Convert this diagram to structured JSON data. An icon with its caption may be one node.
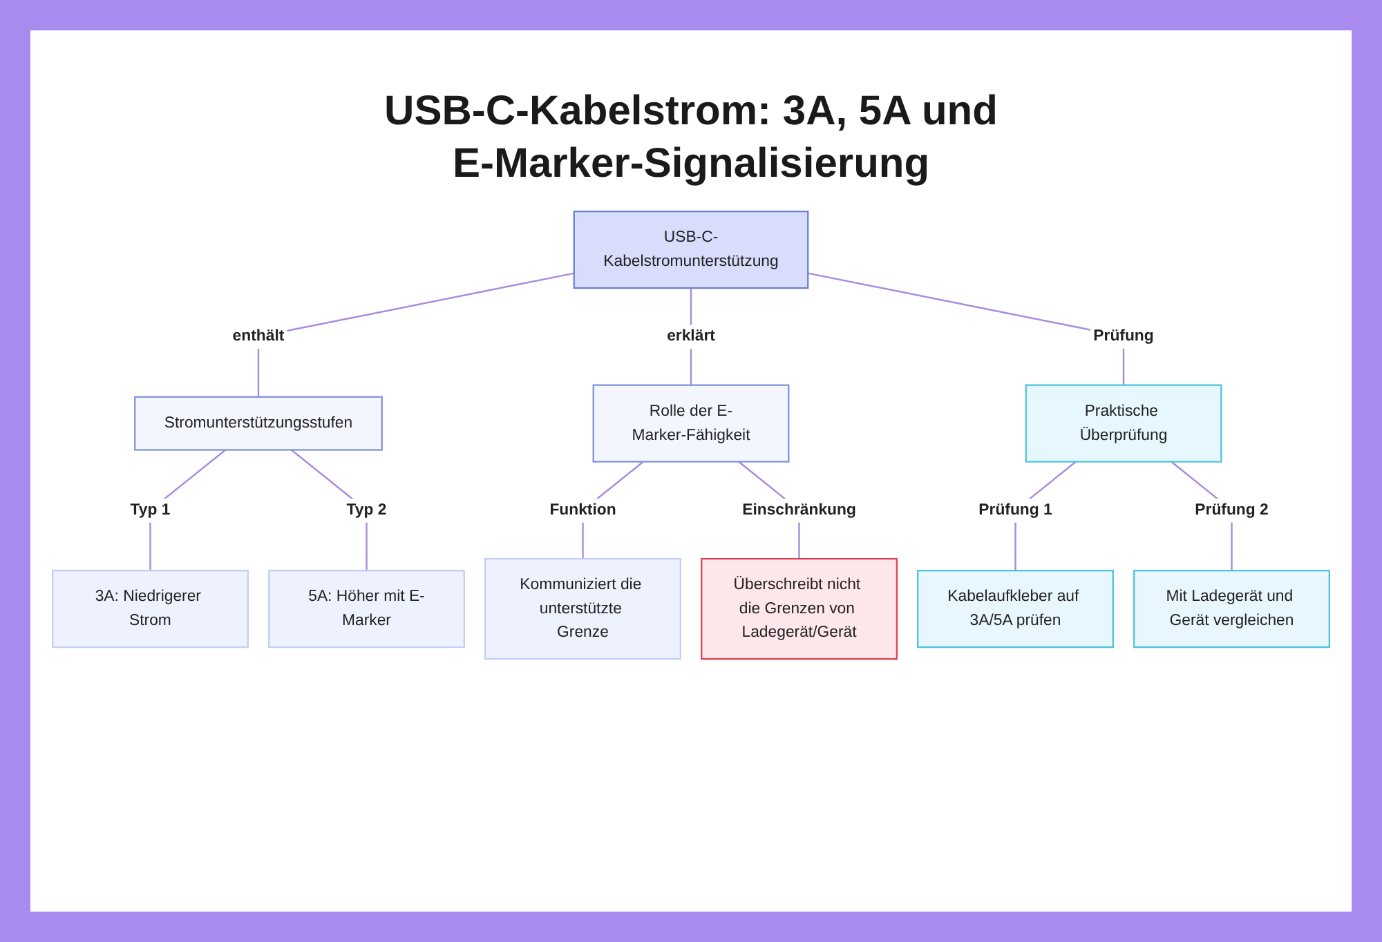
{
  "diagram": {
    "title": "USB-C-Kabelstrom: 3A, 5A und E-Marker-Signalisierung",
    "nodes": [
      {
        "text": [
          "USB-C-Kabelstromunterstützung"
        ]
      },
      {
        "text": [
          "Stromunterstützungsstufen"
        ]
      },
      {
        "text": [
          "Rolle der E-Marker-Fähigkeit"
        ]
      },
      {
        "text": [
          "Praktische Überprüfung"
        ]
      },
      {
        "text": [
          "3A: Niedrigerer Strom"
        ]
      },
      {
        "text": [
          "5A: Höher mit E-Marker"
        ]
      },
      {
        "text": [
          "Kommuniziert die unterstützte Grenze"
        ]
      },
      {
        "text": [
          "Überschreibt nicht die Grenzen von Ladegerät/Gerät"
        ]
      },
      {
        "text": [
          "Kabelaufkleber auf 3A/5A prüfen"
        ]
      },
      {
        "text": [
          "Mit Ladegerät und Gerät vergleichen"
        ]
      }
    ],
    "edges": [
      {
        "from": 0,
        "to": 1,
        "arrow": "none",
        "label": "enthält"
      },
      {
        "from": 0,
        "to": 2,
        "arrow": "none",
        "label": "erklärt"
      },
      {
        "from": 0,
        "to": 3,
        "arrow": "none",
        "label": "Prüfung"
      },
      {
        "from": 1,
        "to": 4,
        "arrow": "none",
        "label": "Typ 1"
      },
      {
        "from": 1,
        "to": 5,
        "arrow": "none",
        "label": "Typ 2"
      },
      {
        "from": 2,
        "to": 6,
        "arrow": "none",
        "label": "Funktion"
      },
      {
        "from": 2,
        "to": 7,
        "arrow": "none",
        "label": "Einschränkung"
      },
      {
        "from": 3,
        "to": 8,
        "arrow": "none",
        "label": "Prüfung 1"
      },
      {
        "from": 3,
        "to": 9,
        "arrow": "none",
        "label": "Prüfung 2"
      }
    ]
  }
}
